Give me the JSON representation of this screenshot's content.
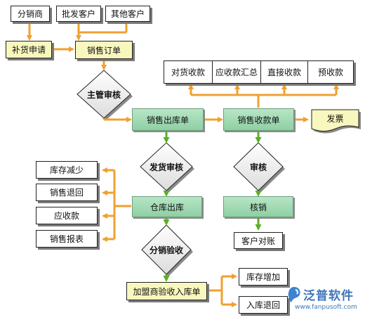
{
  "sources": {
    "distributor": "分销商",
    "wholesale_customer": "批发客户",
    "other_customer": "其他客户"
  },
  "process": {
    "replenish_request": "补货申请",
    "sales_order": "销售订单",
    "manager_review": "主管审核",
    "sales_outbound": "销售出库单",
    "sales_receipt": "销售收款单",
    "invoice": "发票",
    "shipping_review": "发货审核",
    "receipt_review": "审核",
    "warehouse_out": "仓库出库",
    "write_off": "核销",
    "distribution_check": "分销验收",
    "franchise_inbound": "加盟商验收入库单",
    "customer_reconcile": "客户对账"
  },
  "receipt_types": [
    "对货收款",
    "应收款汇总",
    "直接收款",
    "预收款"
  ],
  "warehouse_effects": [
    "库存减少",
    "销售退回",
    "应收款",
    "销售报表"
  ],
  "inbound_effects": [
    "库存增加",
    "入库退回"
  ],
  "logo": {
    "name": "泛普软件",
    "url": "www.fanpusoft.com"
  },
  "colors": {
    "orange_arrow": "#f0a030",
    "green_arrow": "#5bb020",
    "yellow_box": "#f8f8be",
    "green_box": "#9fd8b0"
  }
}
